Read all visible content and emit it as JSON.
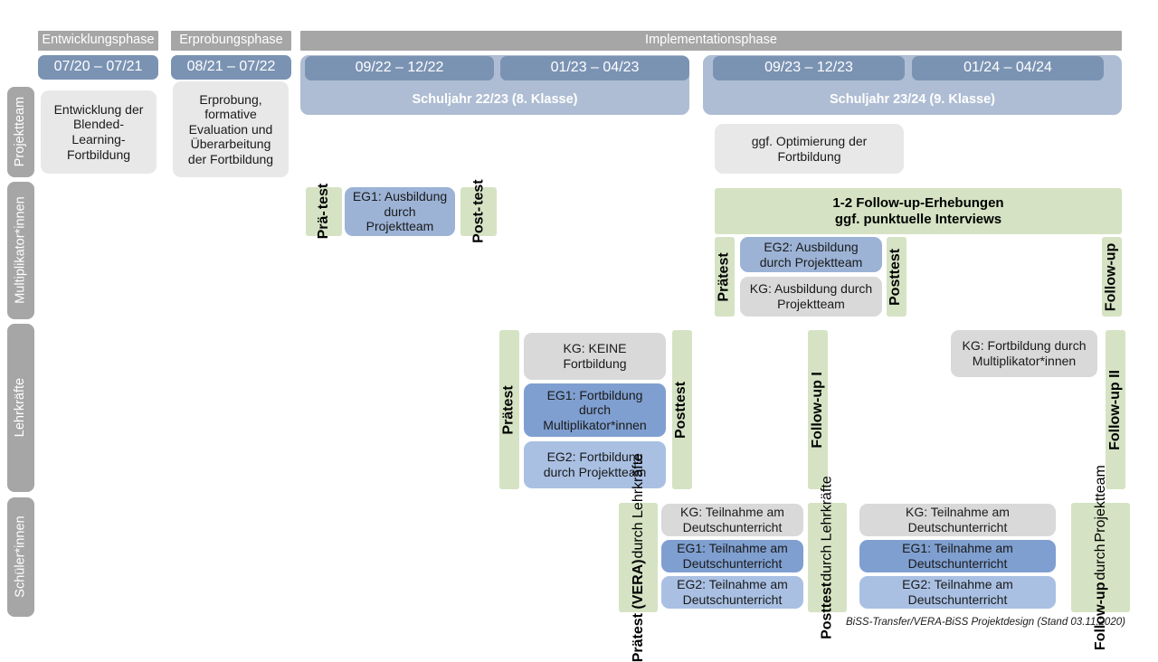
{
  "diagram": {
    "title": "BiSS-Transfer/VERA-BiSS Projektdesign",
    "footer": "BiSS-Transfer/VERA-BiSS Projektdesign (Stand 03.11.2020)",
    "colors": {
      "gray_header": "#a6a6a6",
      "date_chip_blue": "#7b93b3",
      "school_year_blue": "#aebdd3",
      "card_gray": "#e8e8e8",
      "card_gray_dark": "#d9d9d9",
      "eg1_blue": "#7f9fd0",
      "eg2_blue": "#a9c0e3",
      "mid_blue": "#9cb3d6",
      "test_green": "#d5e3c4"
    }
  },
  "phases": [
    {
      "label": "Entwicklungsphase"
    },
    {
      "label": "Erprobungsphase"
    },
    {
      "label": "Implementationsphase"
    }
  ],
  "periods": [
    {
      "label": "07/20 – 07/21"
    },
    {
      "label": "08/21 – 07/22"
    },
    {
      "label": "09/22 – 12/22"
    },
    {
      "label": "01/23 – 04/23"
    },
    {
      "label": "09/23 – 12/23"
    },
    {
      "label": "01/24 – 04/24"
    }
  ],
  "school_years": [
    {
      "label": "Schuljahr 22/23 (8. Klasse)"
    },
    {
      "label": "Schuljahr 23/24 (9. Klasse)"
    }
  ],
  "roles": [
    {
      "label": "Projektteam"
    },
    {
      "label": "Multiplikator*innen"
    },
    {
      "label": "Lehrkräfte"
    },
    {
      "label": "Schüler*innen"
    }
  ],
  "projektteam_row": {
    "entwicklung": "Entwicklung der Blended-Learning-Fortbildung",
    "erprobung": "Erprobung, formative Evaluation und Überarbeitung der Fortbildung",
    "optimierung": "ggf. Optimierung der Fortbildung"
  },
  "multiplikator_row": {
    "praetest_1": "Prä-test",
    "praetest_1_lines": [
      "Prä-",
      "test"
    ],
    "eg1_card": "EG1: Ausbildung durch Projektteam",
    "posttest_1": "Post-test",
    "posttest_1_lines": [
      "Post-",
      "test"
    ],
    "followup_banner_lines": [
      "1-2 Follow-up-Erhebungen",
      "ggf. punktuelle Interviews"
    ],
    "praetest_2": "Prätest",
    "eg2_card": "EG2: Ausbildung durch Projektteam",
    "kg_card": "KG: Ausbildung durch Projektteam",
    "posttest_2": "Posttest",
    "followup": "Follow-up"
  },
  "lehrkraefte_row": {
    "praetest": "Prätest",
    "kg_card": "KG:  KEINE Fortbildung",
    "eg1_card": "EG1: Fortbildung durch Multiplikator*innen",
    "eg2_card": "EG2: Fortbildung durch Projektteam",
    "posttest": "Posttest",
    "followup_1": "Follow-up I",
    "kg_card_2": "KG: Fortbildung durch Multiplikator*innen",
    "followup_2": "Follow-up II"
  },
  "schueler_row": {
    "praetest_main": "Prätest (VERA)",
    "praetest_sub": "durch Lehrkräfte",
    "kg_card_1": "KG: Teilnahme am Deutschunterricht",
    "eg1_card_1": "EG1: Teilnahme am Deutschunterricht",
    "eg2_card_1": "EG2: Teilnahme am Deutschunterricht",
    "posttest_main": "Posttest",
    "posttest_sub": "durch Lehrkräfte",
    "kg_card_2": "KG: Teilnahme am Deutschunterricht",
    "eg1_card_2": "EG1: Teilnahme am Deutschunterricht",
    "eg2_card_2": "EG2: Teilnahme am Deutschunterricht",
    "followup_main": "Follow-up",
    "followup_sub1": "durch",
    "followup_sub2": "Projektteam"
  }
}
